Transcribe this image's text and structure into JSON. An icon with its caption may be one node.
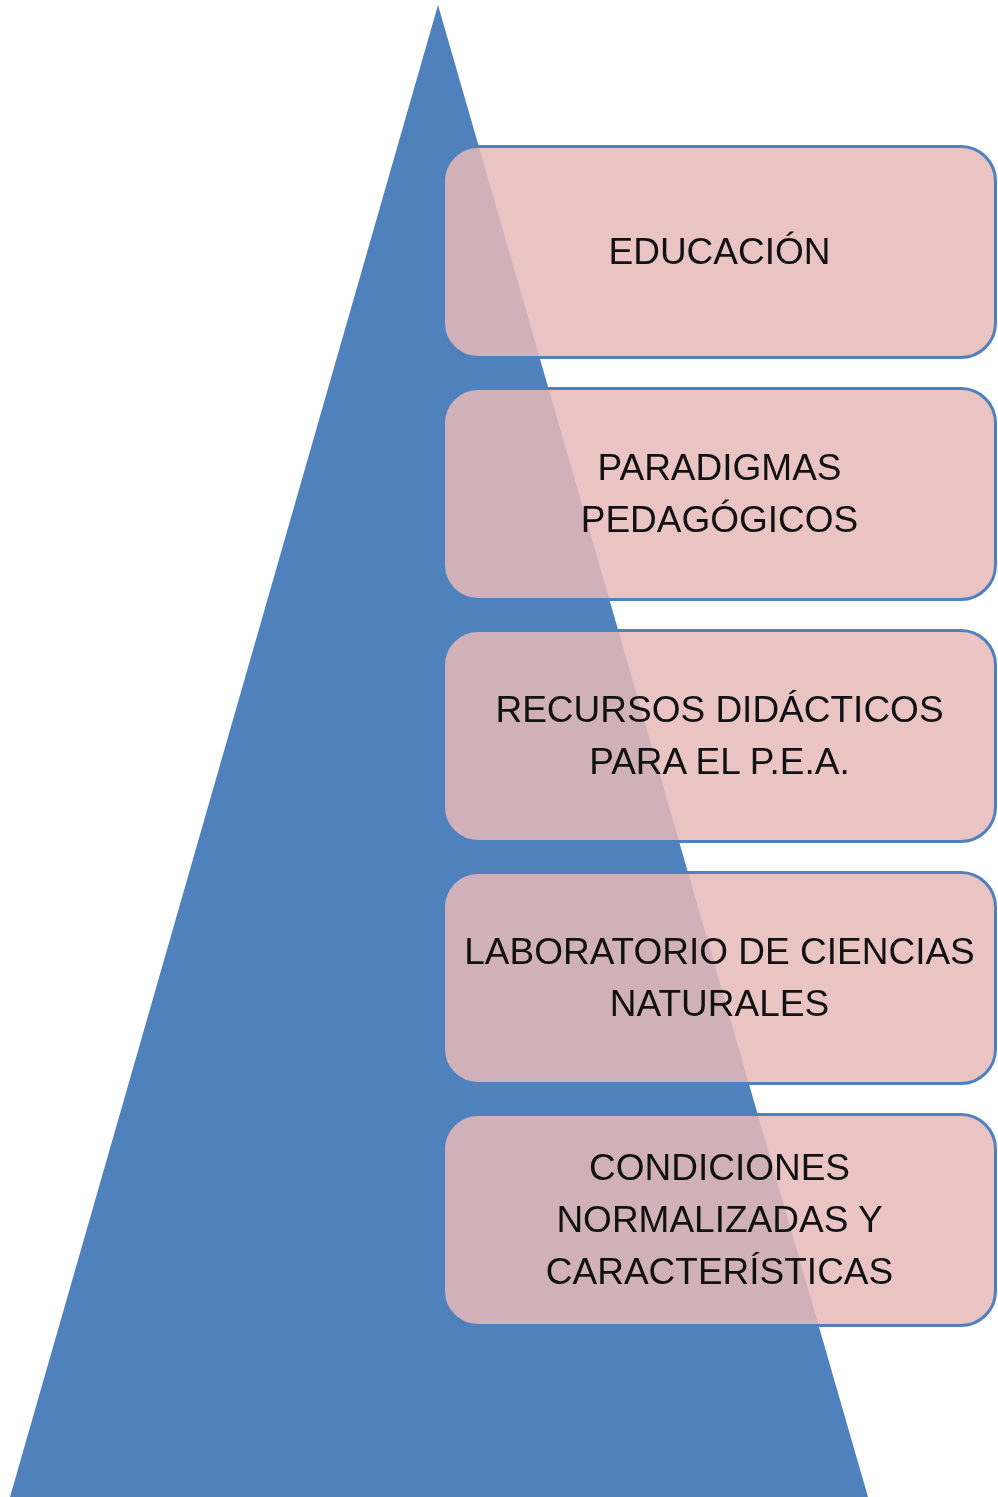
{
  "diagram": {
    "nodes": [
      {
        "text": [
          "EDUCACIÓN"
        ]
      },
      {
        "text": [
          "PARADIGMAS PEDAGÓGICOS"
        ]
      },
      {
        "text": [
          "RECURSOS DIDÁCTICOS PARA EL P.E.A."
        ]
      },
      {
        "text": [
          "LABORATORIO DE CIENCIAS NATURALES"
        ]
      },
      {
        "text": [
          "CONDICIONES NORMALIZADAS Y CARACTERÍSTICAS"
        ]
      }
    ]
  }
}
